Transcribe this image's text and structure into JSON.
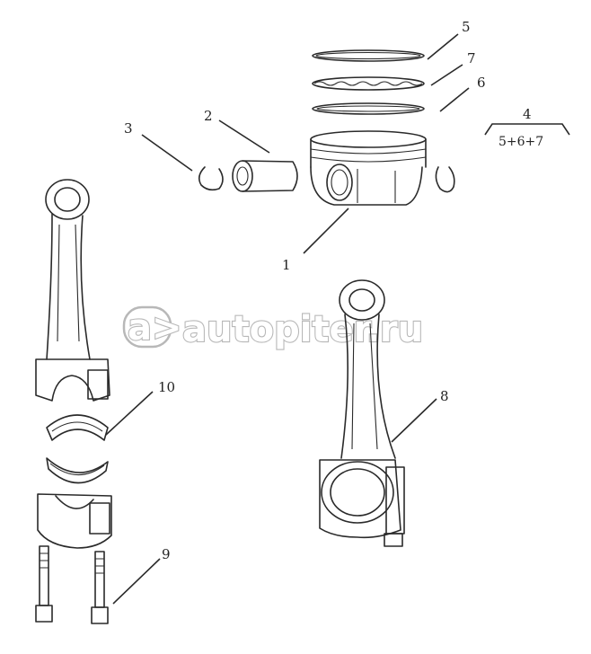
{
  "watermark": {
    "text": "autopiter.ru",
    "logo_text": "a>"
  },
  "callouts": {
    "piston": "1",
    "piston_pin": "2",
    "snap_ring": "3",
    "ring_set": "4",
    "ring_set_formula": "5+6+7",
    "top_ring": "5",
    "oil_ring": "6",
    "second_ring": "7",
    "connecting_rod_assembly": "8",
    "rod_bolt": "9",
    "rod_bearing": "10"
  }
}
